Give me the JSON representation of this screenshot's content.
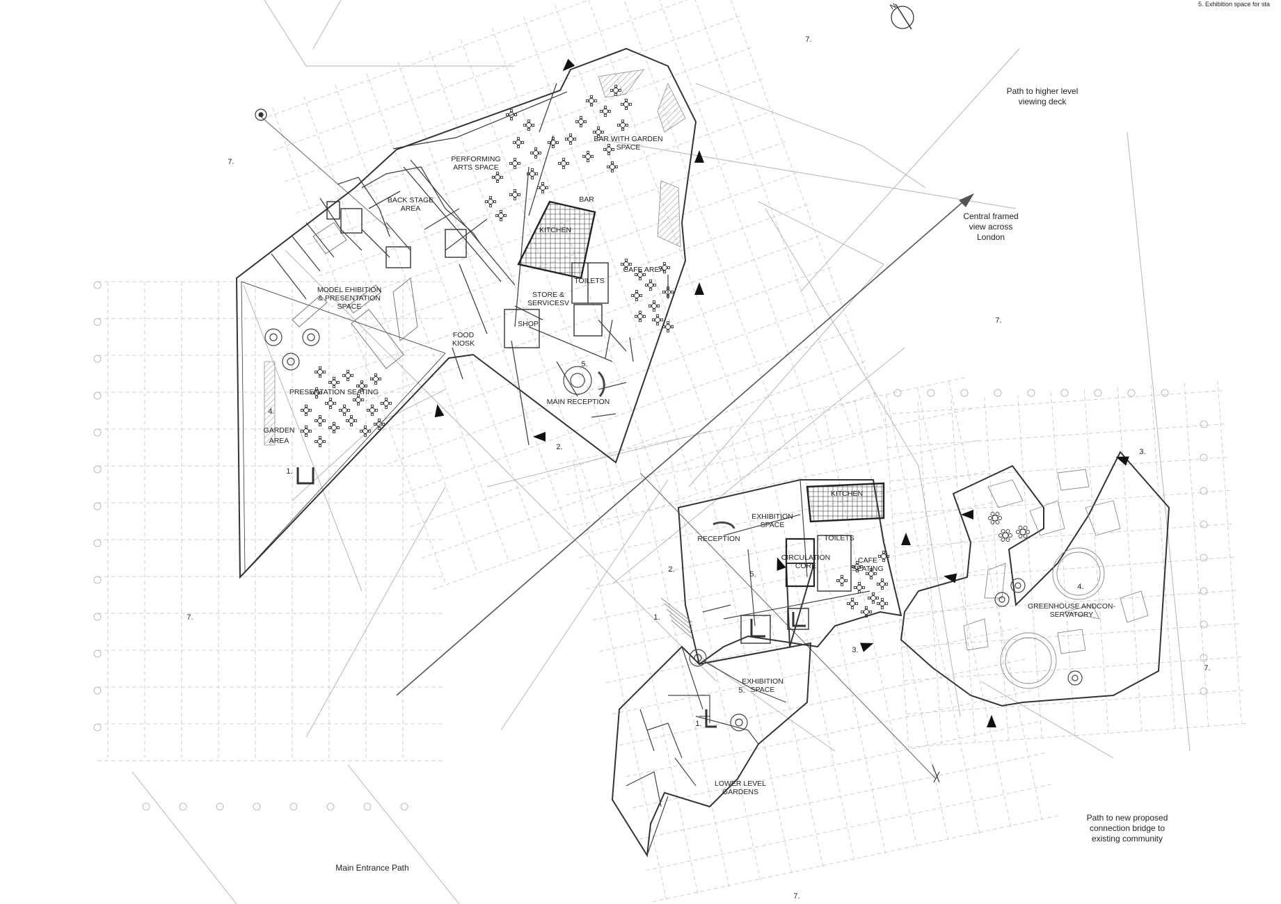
{
  "legend_corner_note": "5. Exhibition space for sta",
  "north_symbol": "N",
  "zones": [
    "7.",
    "7.",
    "7.",
    "7.",
    "7.",
    "7."
  ],
  "markers": [
    "1.",
    "1.",
    "1.",
    "2.",
    "2.",
    "3.",
    "3.",
    "4.",
    "4.",
    "5.",
    "5.",
    "5."
  ],
  "rooms_upper": {
    "performing_arts": [
      "PERFORMING",
      "ARTS SPACE"
    ],
    "bar_garden": [
      "BAR WITH GARDEN",
      "SPACE"
    ],
    "back_stage": [
      "BACK STAGE",
      "AREA"
    ],
    "bar": "BAR",
    "kitchen": "KITCHEN",
    "cafe_area": "CAFE AREA",
    "toilets": "TOILETS",
    "store": [
      "STORE &",
      "SERVICESV"
    ],
    "shop": "SHOP",
    "model_exhibition": [
      "MODEL EHIBITION",
      "& PRESENTATION",
      "SPACE"
    ],
    "food_kiosk": [
      "FOOD",
      "KIOSK"
    ],
    "presentation_seating": "PRESENTATION SEATING",
    "garden_area": [
      "GARDEN",
      "AREA"
    ],
    "main_reception": "MAIN RECEPTION"
  },
  "rooms_lower": {
    "reception": "RECEPTION",
    "exhibition_space_top": [
      "EXHIBITION",
      "SPACE"
    ],
    "kitchen": "KITCHEN",
    "toilets": "TOILETS",
    "circulation_core": [
      "CIRCULATION",
      "CORE"
    ],
    "cafe_seating": [
      "CAFE",
      "SEATING"
    ],
    "greenhouse": [
      "GREENHOUSE ANDCON-",
      "SERVATORY"
    ],
    "exhibition_space_mid": [
      "EXHIBITION",
      "SPACE"
    ],
    "lower_gardens": [
      "LOWER LEVEL",
      "GARDENS"
    ]
  },
  "annotations": {
    "higher_deck": [
      "Path to higher level",
      "viewing deck"
    ],
    "central_view": [
      "Central framed",
      "view across",
      "London"
    ],
    "bridge_path": [
      "Path to new proposed",
      "connection bridge to",
      "existing community"
    ],
    "main_entrance": "Main Entrance Path"
  },
  "colors": {
    "wall": "#333333",
    "grid": "#bdbdbd",
    "hatch": "#8a8a8a",
    "arrow": "#111111"
  }
}
